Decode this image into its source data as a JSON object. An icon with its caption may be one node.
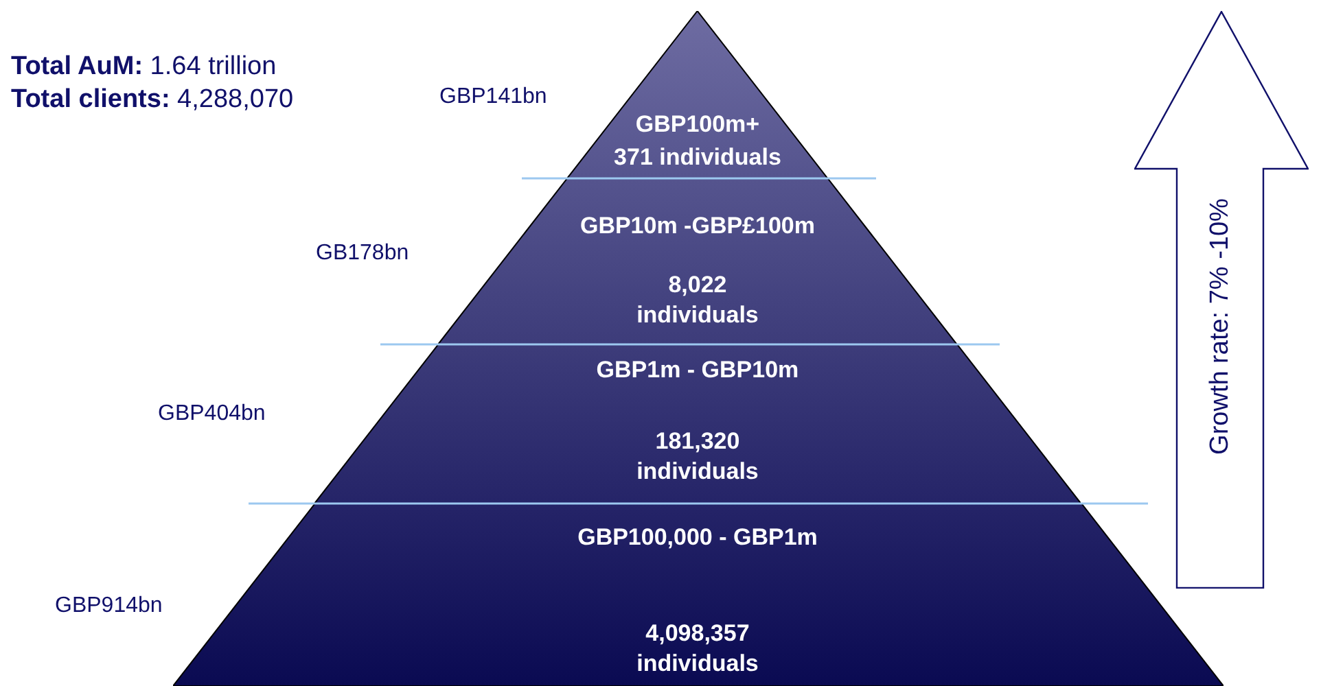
{
  "diagram": {
    "nodes": [
      {
        "text": [
          "GBP100m+",
          "371 individuals"
        ],
        "beside": [
          "GBP141bn"
        ]
      },
      {
        "text": [
          "GBP10m -GBP£100m",
          "8,022 individuals"
        ],
        "beside": [
          "GB178bn"
        ]
      },
      {
        "text": [
          "GBP1m - GBP10m",
          "181,320 individuals"
        ],
        "beside": [
          "GBP404bn"
        ]
      },
      {
        "text": [
          "GBP100,000 - GBP1m",
          "4,098,357 individuals"
        ],
        "beside": [
          "GBP914bn"
        ]
      },
      {
        "text": [
          "Growth rate: 7% -10%"
        ]
      }
    ],
    "labels": [
      "**Total AuM:** 1.64 trillion",
      "**Total clients:** 4,288,070"
    ]
  }
}
